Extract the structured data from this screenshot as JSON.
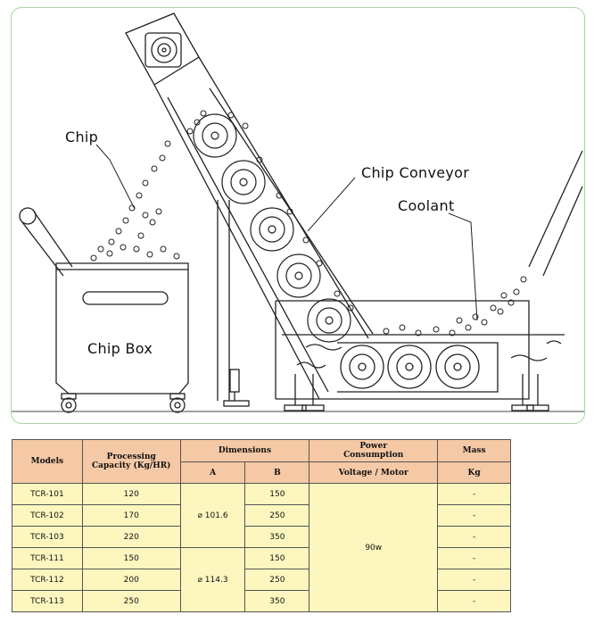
{
  "diagram": {
    "labels": {
      "chip": "Chip",
      "chip_conveyor": "Chip Conveyor",
      "coolant": "Coolant",
      "chip_box": "Chip Box"
    }
  },
  "table": {
    "headers": {
      "models": "Models",
      "processing_capacity": "Processing Capacity (Kg/HR)",
      "dimensions": "Dimensions",
      "power_consumption": "Power Consumption",
      "mass": "Mass",
      "dim_a": "A",
      "dim_b": "B",
      "voltage_motor": "Voltage / Motor",
      "mass_unit": "Kg"
    },
    "rows": [
      {
        "model": "TCR-101",
        "capacity": "120",
        "b": "150",
        "mass": "-"
      },
      {
        "model": "TCR-102",
        "capacity": "170",
        "b": "250",
        "mass": "-"
      },
      {
        "model": "TCR-103",
        "capacity": "220",
        "b": "350",
        "mass": "-"
      },
      {
        "model": "TCR-111",
        "capacity": "150",
        "b": "150",
        "mass": "-"
      },
      {
        "model": "TCR-112",
        "capacity": "200",
        "b": "250",
        "mass": "-"
      },
      {
        "model": "TCR-113",
        "capacity": "250",
        "b": "350",
        "mass": "-"
      }
    ],
    "dim_a_groups": [
      "⌀ 101.6",
      "⌀ 114.3"
    ],
    "power": "90w"
  }
}
